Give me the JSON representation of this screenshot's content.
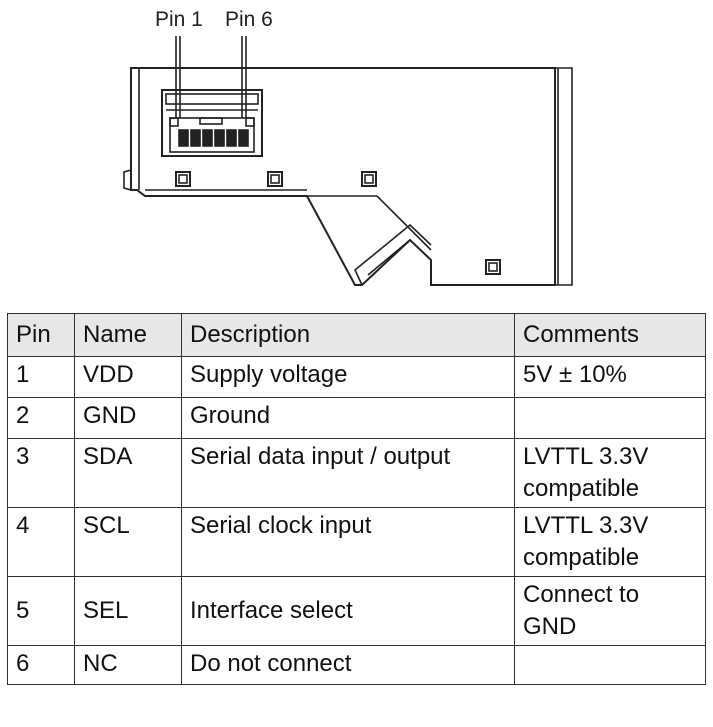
{
  "diagram": {
    "pin1_label": "Pin 1",
    "pin6_label": "Pin 6"
  },
  "table": {
    "headers": [
      "Pin",
      "Name",
      "Description",
      "Comments"
    ],
    "rows": [
      {
        "pin": "1",
        "name": "VDD",
        "description": "Supply voltage",
        "comments": "5V ± 10%"
      },
      {
        "pin": "2",
        "name": "GND",
        "description": "Ground",
        "comments": ""
      },
      {
        "pin": "3",
        "name": "SDA",
        "description": "Serial data input / output",
        "comments": "LVTTL 3.3V compatible"
      },
      {
        "pin": "4",
        "name": "SCL",
        "description": "Serial clock input",
        "comments": "LVTTL 3.3V compatible"
      },
      {
        "pin": "5",
        "name": "SEL",
        "description": "Interface select",
        "comments": "Connect to GND"
      },
      {
        "pin": "6",
        "name": "NC",
        "description": "Do not connect",
        "comments": ""
      }
    ]
  }
}
